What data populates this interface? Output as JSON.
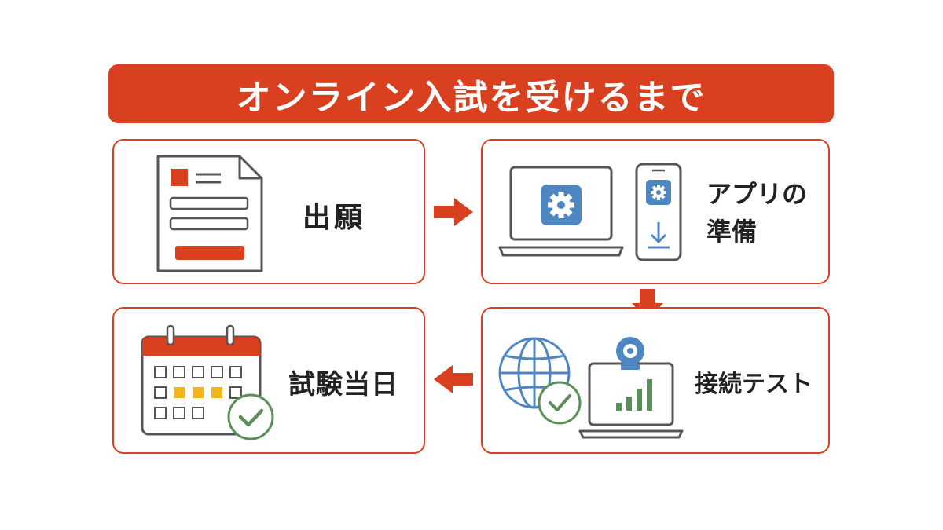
{
  "title": "オンライン入試を受けるまで",
  "steps": [
    {
      "label": "出願",
      "icon": "application-form-icon"
    },
    {
      "label_line1": "アプリの",
      "label_line2": "準備",
      "icon": "laptop-phone-app-icon"
    },
    {
      "label": "接続テスト",
      "icon": "globe-laptop-signal-icon"
    },
    {
      "label": "試験当日",
      "icon": "calendar-check-icon"
    }
  ],
  "colors": {
    "accent": "#d8401f",
    "gear_blue": "#4e86c2",
    "check_green": "#5a8f5a",
    "calendar_yellow": "#f3b51c",
    "icon_gray": "#555555"
  }
}
